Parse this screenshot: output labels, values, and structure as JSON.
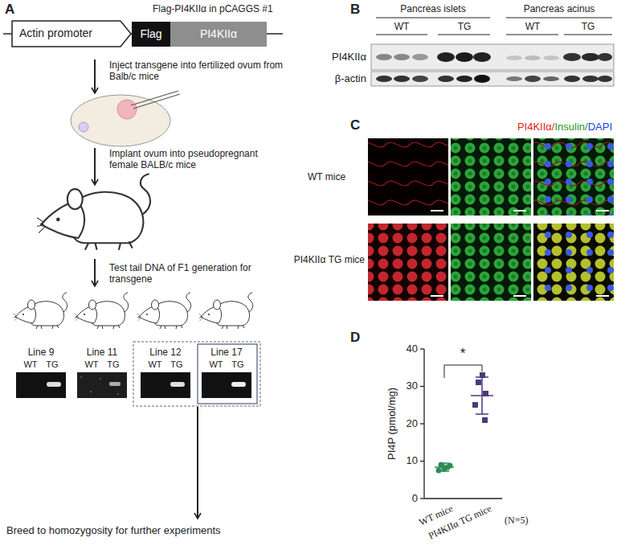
{
  "diagram": {
    "nodes": [
      {
        "text": [
          "Actin promoter"
        ]
      },
      {
        "text": [
          "Flag"
        ]
      },
      {
        "text": [
          "PI4KIIα"
        ]
      }
    ],
    "labels": [
      "A",
      "Flag-PI4KIIα in pCAGGS #1",
      "Inject transgene into fertilized ovum from Balb/c mice",
      "Implant ovum into pseudopregnant female BALB/c mice",
      "Test tail DNA of F1 generation for transgene",
      "Line 9",
      "WT TG",
      "Line 11",
      "WT TG",
      "Line 12",
      "WT TG",
      "Line 17",
      "WT TG",
      "Breed to homozygosity for further experiments",
      "B",
      "Pancreas islets",
      "Pancreas acinus",
      "WT",
      "TG",
      "WT",
      "TG",
      "PI4KIIα",
      "β-actin",
      "C",
      "PI4KIIα/",
      "Insulin/",
      "DAPI",
      "WT mice",
      "PI4KIIα TG mice",
      "D",
      "40",
      "30",
      "20",
      "10",
      "0",
      "PI4P (pmol/mg)",
      "*",
      "WT mice",
      "PI4KIIα TG mice",
      "(N=5)"
    ]
  }
}
